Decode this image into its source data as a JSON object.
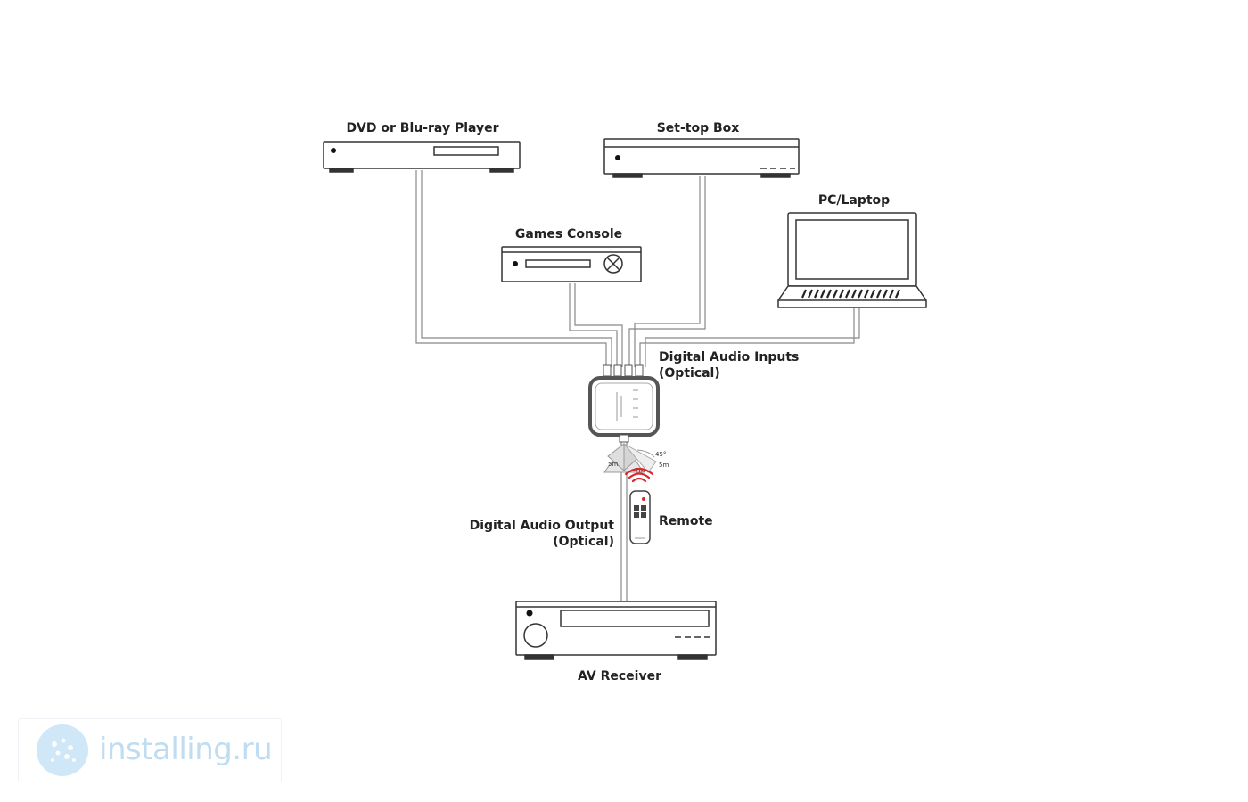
{
  "devices": {
    "dvd_player": "DVD or Blu-ray Player",
    "set_top_box": "Set-top Box",
    "games_console": "Games Console",
    "pc_laptop": "PC/Laptop",
    "av_receiver": "AV Receiver"
  },
  "labels": {
    "inputs_line1": "Digital Audio Inputs",
    "inputs_line2": "(Optical)",
    "output_line1": "Digital Audio Output",
    "output_line2": "(Optical)",
    "remote": "Remote",
    "range_left": "5m",
    "range_right": "5m",
    "range_center": "7m",
    "angle": "45°"
  },
  "watermark": {
    "text": "installing.ru"
  },
  "colors": {
    "line": "#444444",
    "cable": "#888888",
    "ir_signal": "#d9262c",
    "watermark": "#bfdcf1"
  }
}
